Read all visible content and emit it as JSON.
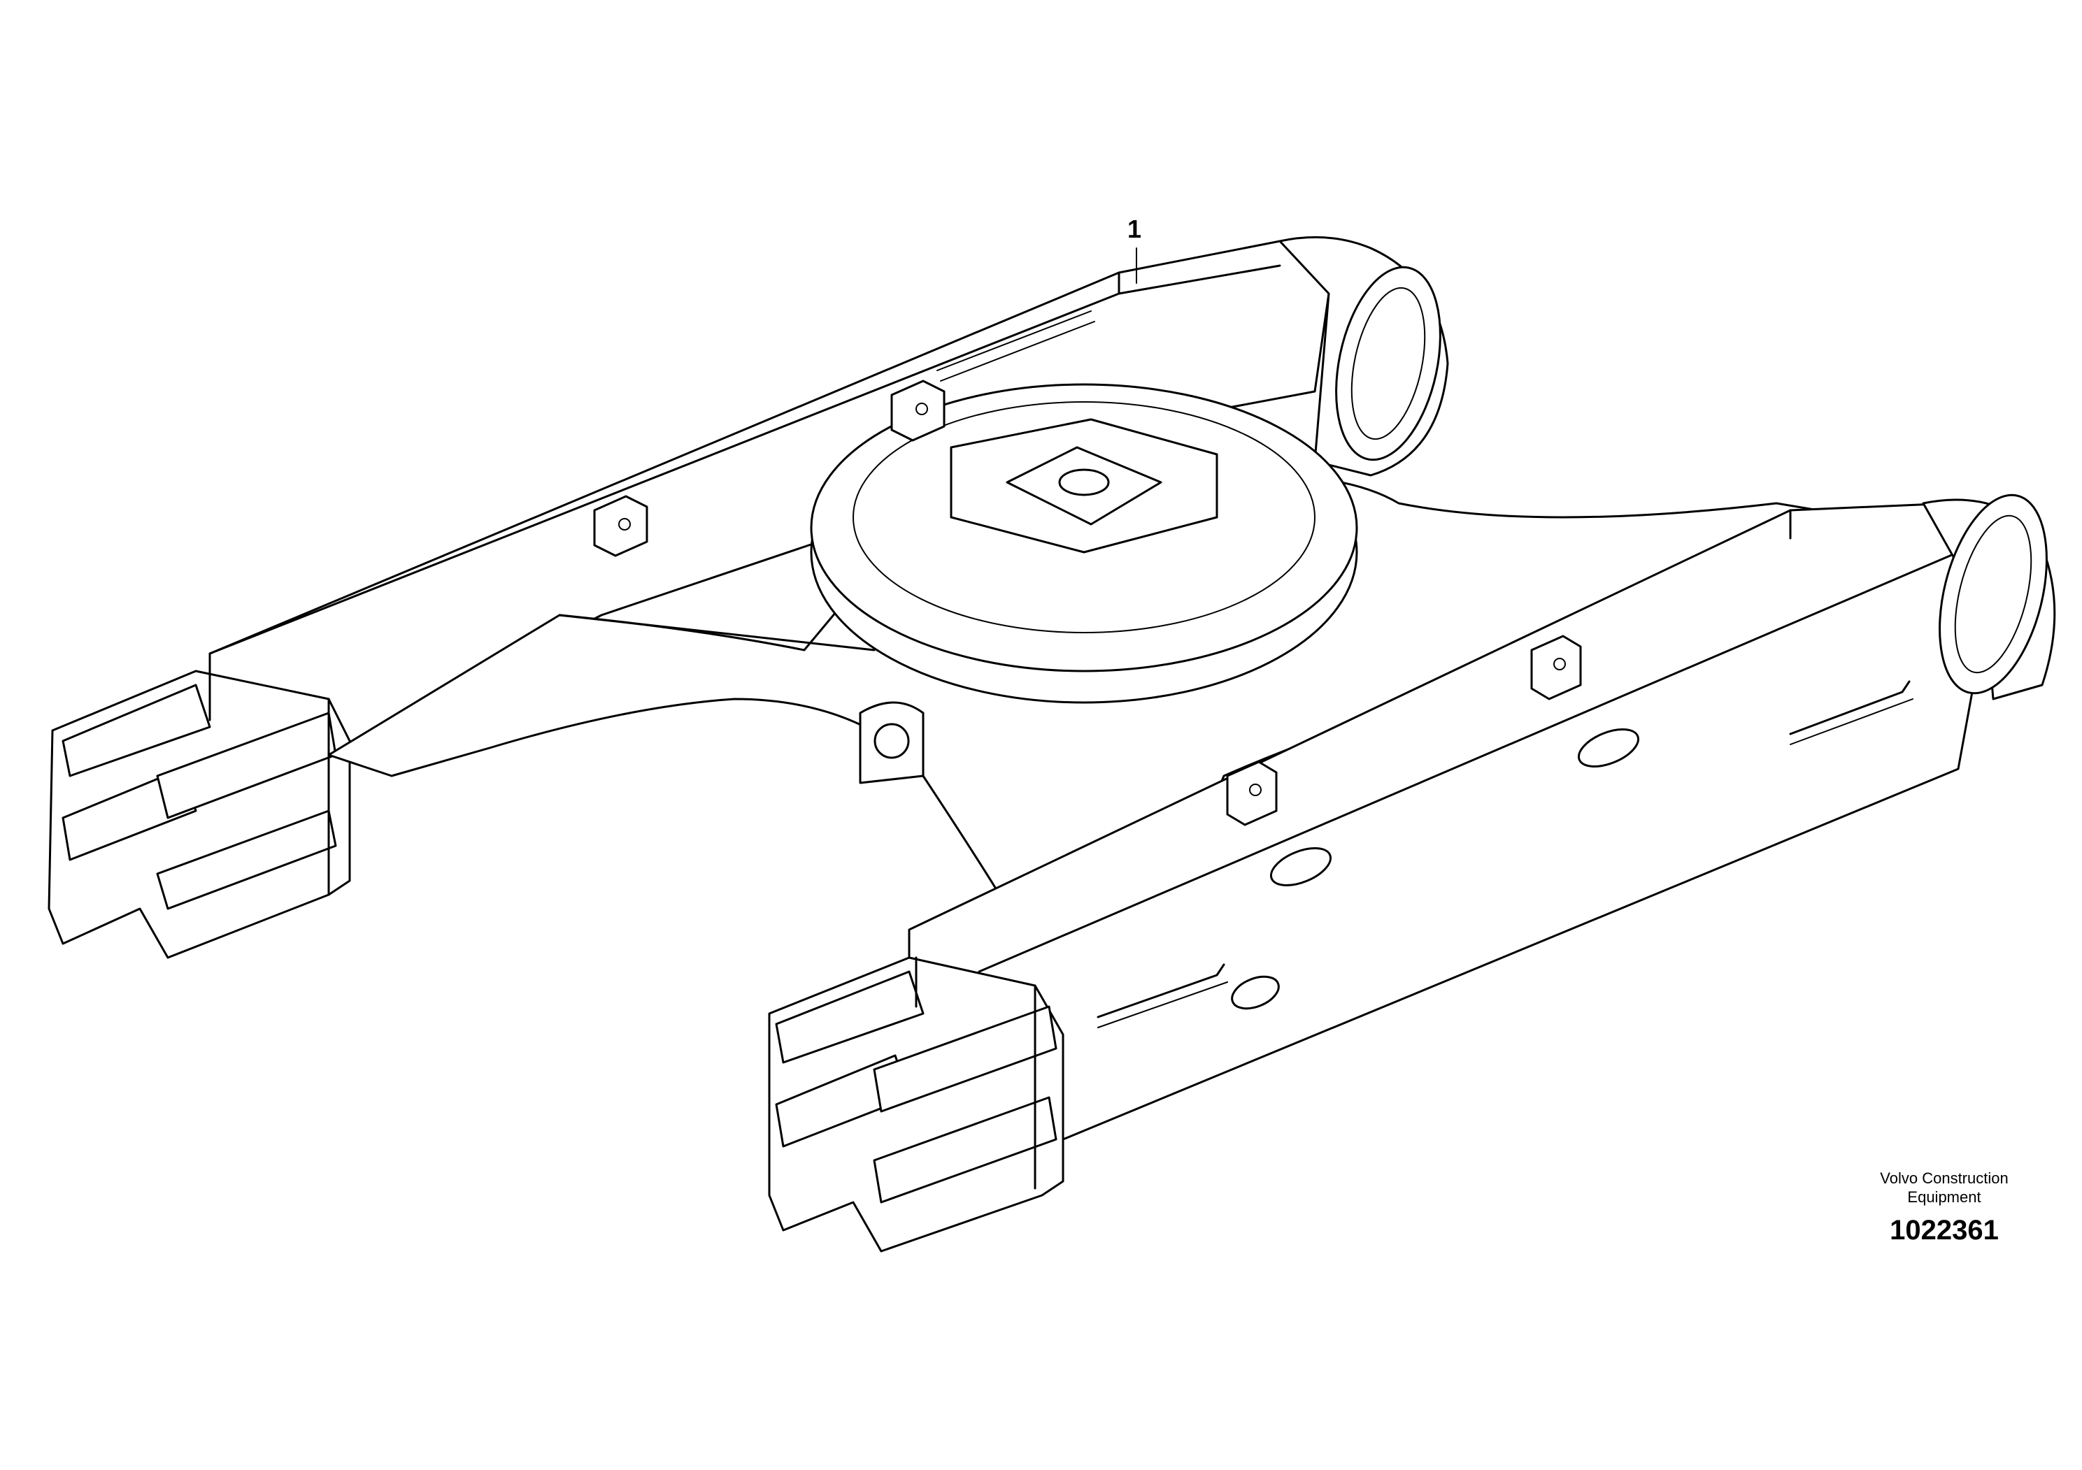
{
  "diagram": {
    "callouts": [
      {
        "label": "1"
      }
    ]
  },
  "footer": {
    "brand_line1": "Volvo Construction",
    "brand_line2": "Equipment",
    "drawing_number": "1022361"
  }
}
